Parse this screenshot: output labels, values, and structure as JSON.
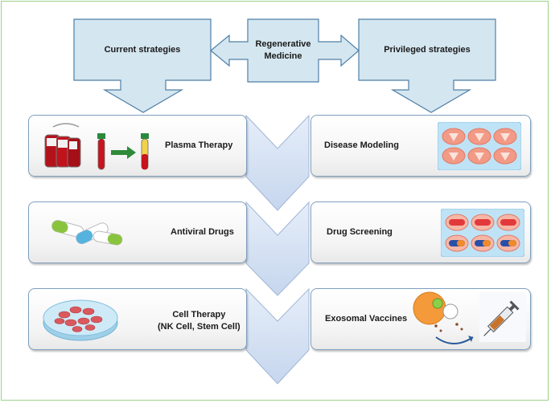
{
  "header": {
    "left": "Current strategies",
    "center_line1": "Regenerative",
    "center_line2": "Medicine",
    "right": "Privileged strategies"
  },
  "rows": [
    {
      "left": "Plasma Therapy",
      "right": "Disease Modeling"
    },
    {
      "left": "Antiviral Drugs",
      "right": "Drug Screening"
    },
    {
      "left_line1": "Cell Therapy",
      "left_line2": "(NK Cell, Stem Cell)",
      "right": "Exosomal Vaccines"
    }
  ],
  "colors": {
    "box_fill": "#d4e6f0",
    "box_stroke": "#4f7fa6",
    "chevron_fill": "#cfdcf0",
    "panel_border": "#7f9fbf",
    "frame": "#9fd28a"
  }
}
